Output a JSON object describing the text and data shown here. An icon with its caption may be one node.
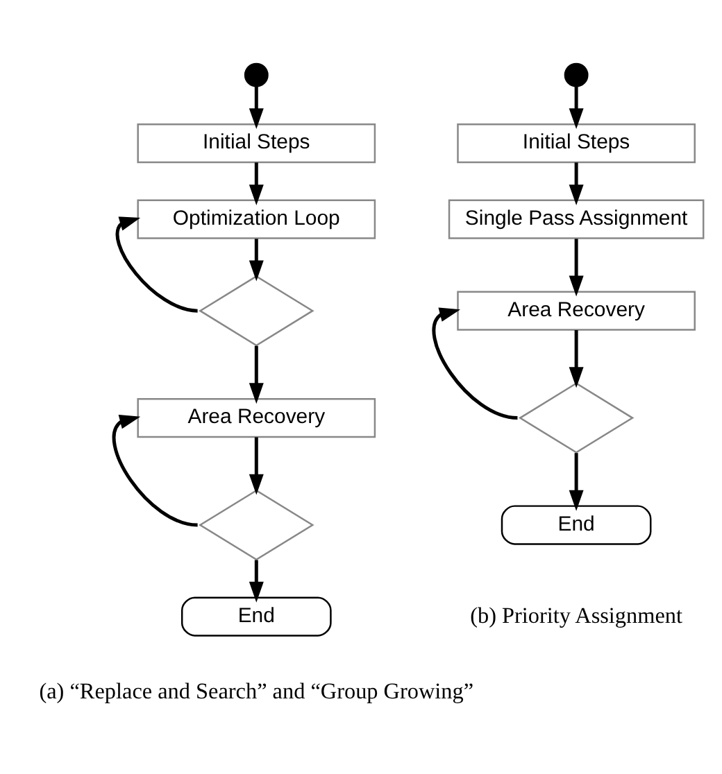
{
  "diagram": {
    "nodes": [
      {
        "text": [],
        "shape": "circle"
      },
      {
        "text": [
          "Initial Steps"
        ]
      },
      {
        "text": [
          "Optimization Loop"
        ]
      },
      {
        "text": [],
        "shape": "diamond"
      },
      {
        "text": [
          "Area Recovery"
        ]
      },
      {
        "text": [],
        "shape": "diamond"
      },
      {
        "text": [
          "End"
        ]
      },
      {
        "text": [],
        "shape": "circle"
      },
      {
        "text": [
          "Initial Steps"
        ]
      },
      {
        "text": [
          "Single Pass Assignment"
        ]
      },
      {
        "text": [
          "Area Recovery"
        ]
      },
      {
        "text": [],
        "shape": "diamond"
      },
      {
        "text": [
          "End"
        ]
      }
    ],
    "edges": [
      {
        "from": 0,
        "to": 1,
        "arrow": "to"
      },
      {
        "from": 1,
        "to": 2,
        "arrow": "to"
      },
      {
        "from": 2,
        "to": 3,
        "arrow": "to"
      },
      {
        "from": 3,
        "to": 2,
        "arrow": "to"
      },
      {
        "from": 3,
        "to": 4,
        "arrow": "to"
      },
      {
        "from": 4,
        "to": 5,
        "arrow": "to"
      },
      {
        "from": 5,
        "to": 4,
        "arrow": "to"
      },
      {
        "from": 5,
        "to": 6,
        "arrow": "to"
      },
      {
        "from": 7,
        "to": 8,
        "arrow": "to"
      },
      {
        "from": 8,
        "to": 9,
        "arrow": "to"
      },
      {
        "from": 9,
        "to": 10,
        "arrow": "to"
      },
      {
        "from": 10,
        "to": 11,
        "arrow": "to"
      },
      {
        "from": 11,
        "to": 10,
        "arrow": "to"
      },
      {
        "from": 11,
        "to": 12,
        "arrow": "to"
      }
    ],
    "labels": [
      "(a) “Replace and Search” and “Group Growing”",
      "(b) Priority Assignment"
    ]
  }
}
